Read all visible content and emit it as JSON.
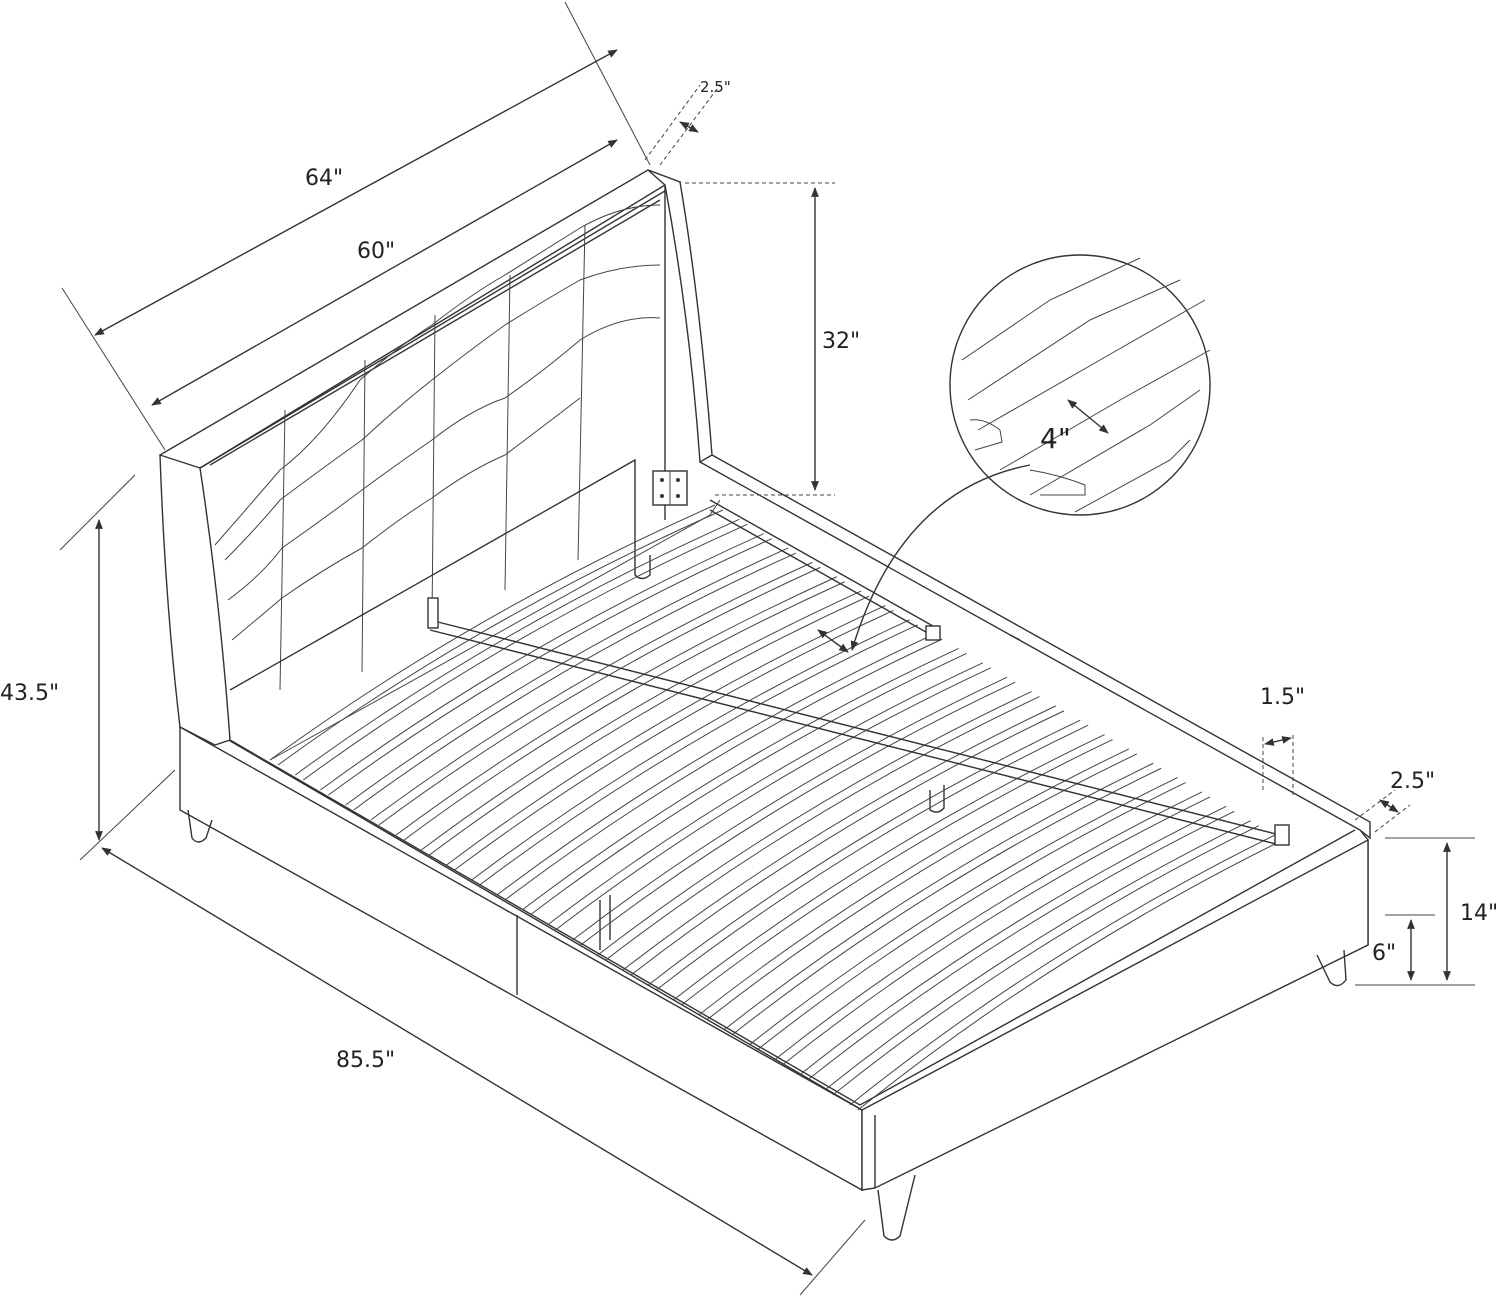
{
  "dimensions": {
    "headboard_outer_width": "64\"",
    "headboard_inner_width": "60\"",
    "headboard_wing_depth": "2.5\"",
    "headboard_height_above_frame": "32\"",
    "overall_height": "43.5\"",
    "overall_length": "85.5\"",
    "slat_spacing": "4\"",
    "rail_width": "1.5\"",
    "rail_depth": "2.5\"",
    "frame_height": "14\"",
    "under_bed_clearance": "6\""
  },
  "colors": {
    "line": "#333333",
    "background": "#ffffff"
  }
}
